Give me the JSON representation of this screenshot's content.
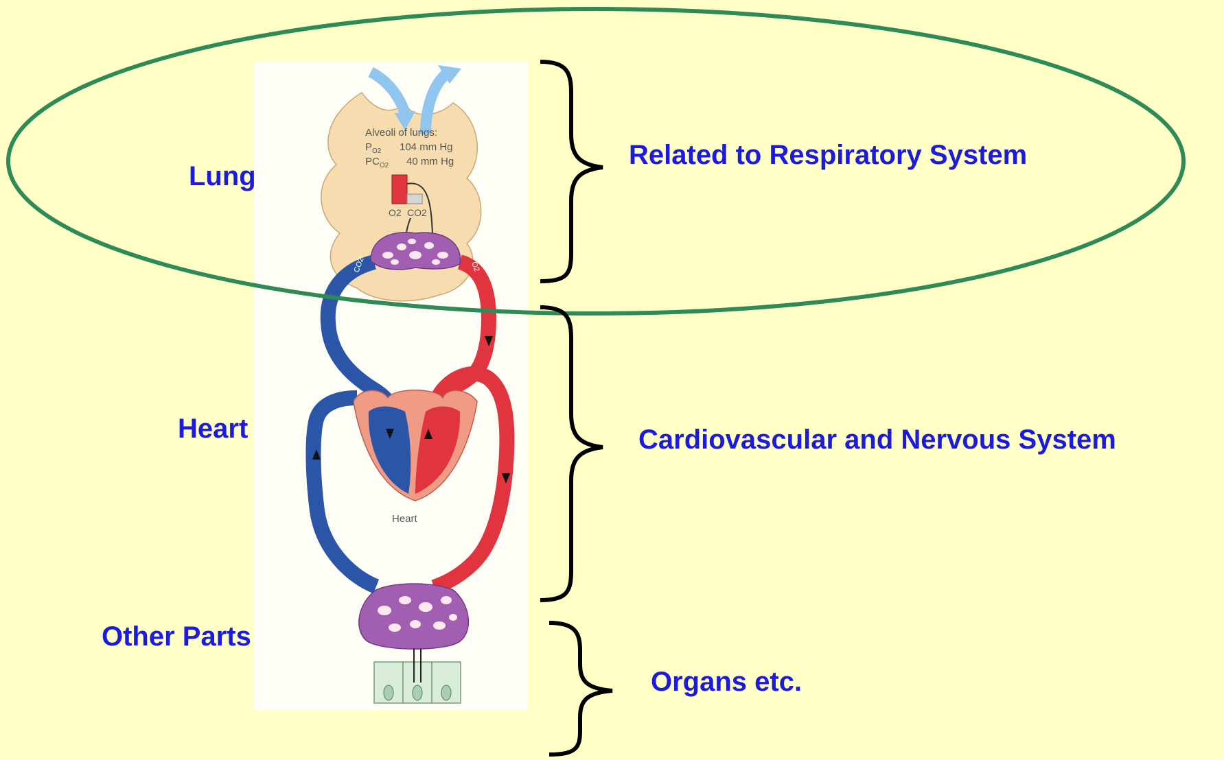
{
  "left_labels": {
    "lung": "Lung",
    "heart": "Heart",
    "other_parts": "Other Parts"
  },
  "right_labels": {
    "respiratory": "Related to Respiratory System",
    "cardiovascular": "Cardiovascular and Nervous System",
    "organs": "Organs etc."
  },
  "figure": {
    "alveoli_title": "Alveoli of lungs:",
    "po2_label": "P",
    "po2_sub": "O2",
    "po2_value": "104 mm Hg",
    "pco2_label": "PC",
    "pco2_sub": "O2",
    "pco2_value": "40 mm Hg",
    "o2_label": "O2",
    "co2_label": "CO2",
    "heart_caption": "Heart",
    "vessel_co2": "CO2",
    "vessel_o2": "O2"
  },
  "colors": {
    "background": "#ffffc6",
    "label_text": "#1a1ae0",
    "ellipse": "#2e8b57",
    "lung_tissue": "#f6dcae",
    "capillary": "#a25fb1",
    "deoxygenated": "#2b56a8",
    "oxygenated": "#e0353e",
    "heart_wall": "#ef9b86",
    "cells": "#d8ecd9"
  }
}
